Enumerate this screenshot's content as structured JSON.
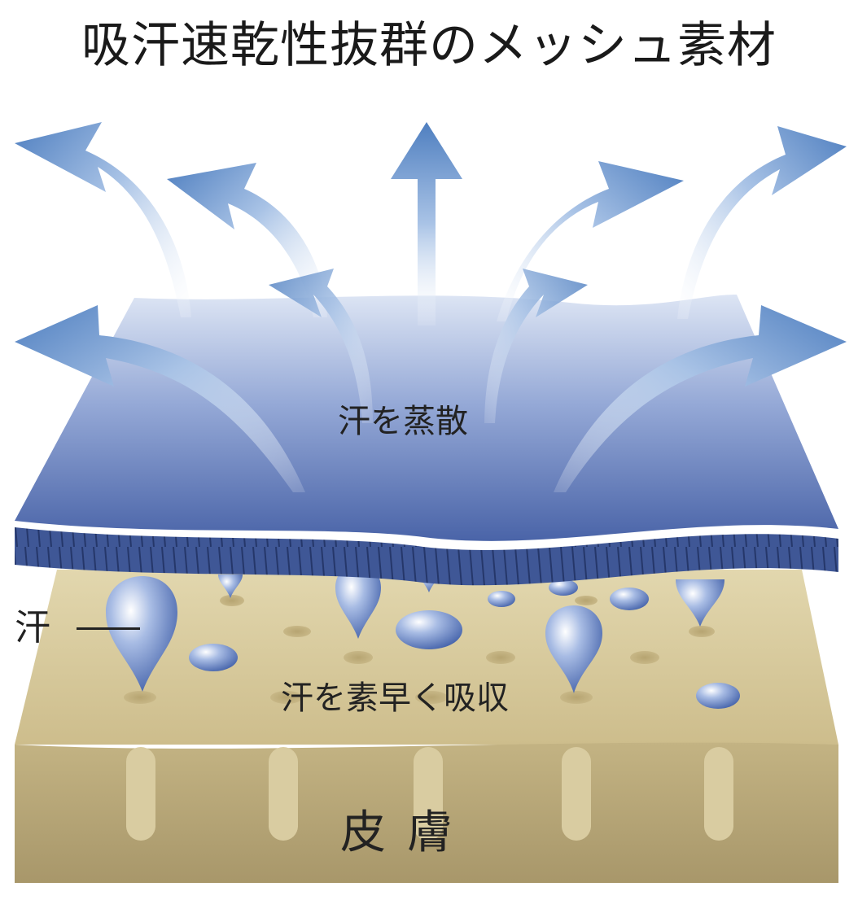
{
  "title": "吸汗速乾性抜群のメッシュ素材",
  "labels": {
    "evaporate": "汗を蒸散",
    "absorb": "汗を素早く吸収",
    "sweat": "汗",
    "skin": "皮膚"
  },
  "colors": {
    "skin_top": "#d8cca0",
    "skin_side": "#b7a676",
    "fabric_top_light": "#cfd9ee",
    "fabric_top_dark": "#4a63a6",
    "fabric_edge": "#364d8c",
    "arrow": "#5b86c4",
    "drop": "#4b6db4"
  },
  "icons": [
    "evaporation-arrow-icon",
    "sweat-drop-icon"
  ]
}
